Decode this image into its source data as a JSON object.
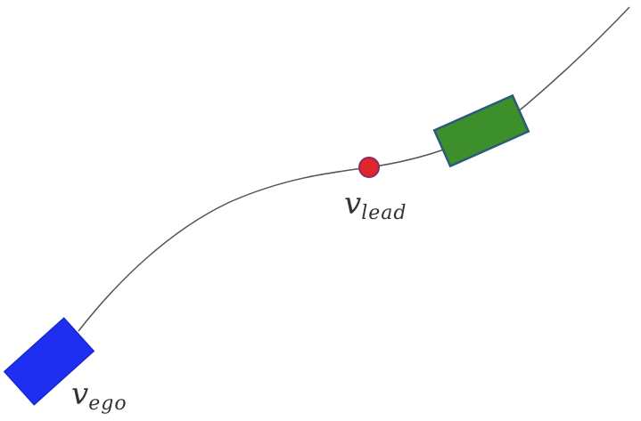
{
  "labels": {
    "lead": {
      "main": "v",
      "sub": "lead"
    },
    "ego": {
      "main": "v",
      "sub": "ego"
    }
  },
  "colors": {
    "road_line": "#555555",
    "ego_vehicle_fill": "#1e2ff2",
    "ego_vehicle_stroke": "#1a28c8",
    "lead_vehicle_fill": "#3c8f2a",
    "lead_vehicle_stroke": "#2c5a7a",
    "lead_point_fill": "#e0262b",
    "lead_point_stroke": "#8a2a6a"
  }
}
